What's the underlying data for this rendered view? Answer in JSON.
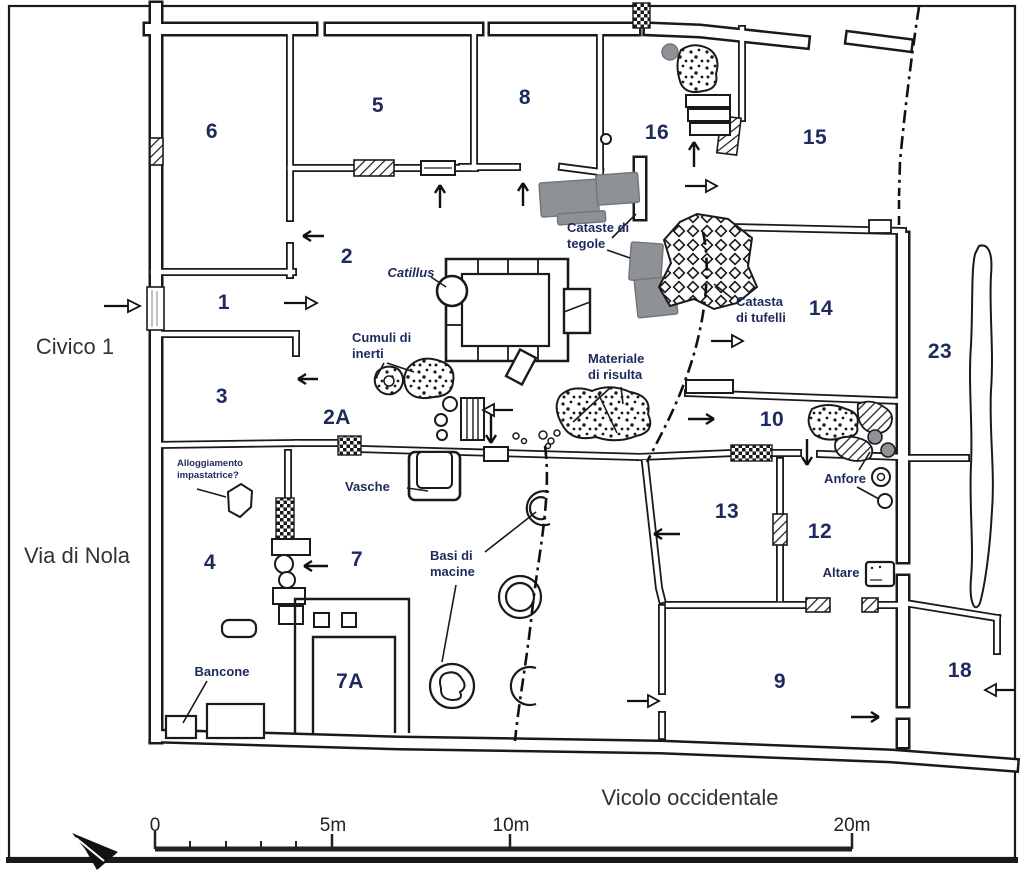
{
  "figure": {
    "type": "archaeological-floor-plan",
    "streets": {
      "civico_1": "Civico 1",
      "via_di_nola": "Via di Nola",
      "vicolo_occidentale": "Vicolo occidentale"
    },
    "colors": {
      "line": "#1a1a1a",
      "label_text": "#1e2a5c",
      "street_text": "#333333",
      "gray_fill": "#8e9296"
    }
  },
  "rooms": [
    {
      "id": "room-1",
      "label": "1"
    },
    {
      "id": "room-2",
      "label": "2"
    },
    {
      "id": "room-2a",
      "label": "2A"
    },
    {
      "id": "room-3",
      "label": "3"
    },
    {
      "id": "room-4",
      "label": "4"
    },
    {
      "id": "room-5",
      "label": "5"
    },
    {
      "id": "room-6",
      "label": "6"
    },
    {
      "id": "room-7",
      "label": "7"
    },
    {
      "id": "room-7a",
      "label": "7A"
    },
    {
      "id": "room-8",
      "label": "8"
    },
    {
      "id": "room-9",
      "label": "9"
    },
    {
      "id": "room-10",
      "label": "10"
    },
    {
      "id": "room-12",
      "label": "12"
    },
    {
      "id": "room-13",
      "label": "13"
    },
    {
      "id": "room-14",
      "label": "14"
    },
    {
      "id": "room-15",
      "label": "15"
    },
    {
      "id": "room-16",
      "label": "16"
    },
    {
      "id": "room-18",
      "label": "18"
    },
    {
      "id": "room-23",
      "label": "23"
    }
  ],
  "annotations": {
    "catillus": "Catillus",
    "cataste_di_tegole": {
      "line1": "Cataste di",
      "line2": "tegole"
    },
    "catasta_di_tufelli": {
      "line1": "Catasta",
      "line2": "di tufelli"
    },
    "cumuli_di_inerti": {
      "line1": "Cumuli di",
      "line2": "inerti"
    },
    "materiale_di_risulta": {
      "line1": "Materiale",
      "line2": "di risulta"
    },
    "vasche": "Vasche",
    "basi_di_macine": {
      "line1": "Basi di",
      "line2": "macine"
    },
    "bancone": "Bancone",
    "anfore": "Anfore",
    "altare": "Altare",
    "alloggiamento": {
      "line1": "Alloggiamento",
      "line2": "impastatrice?"
    }
  },
  "scale_bar": {
    "tick_0": "0",
    "tick_5": "5m",
    "tick_10": "10m",
    "tick_20": "20m"
  },
  "compass": {
    "points": "north-west"
  }
}
